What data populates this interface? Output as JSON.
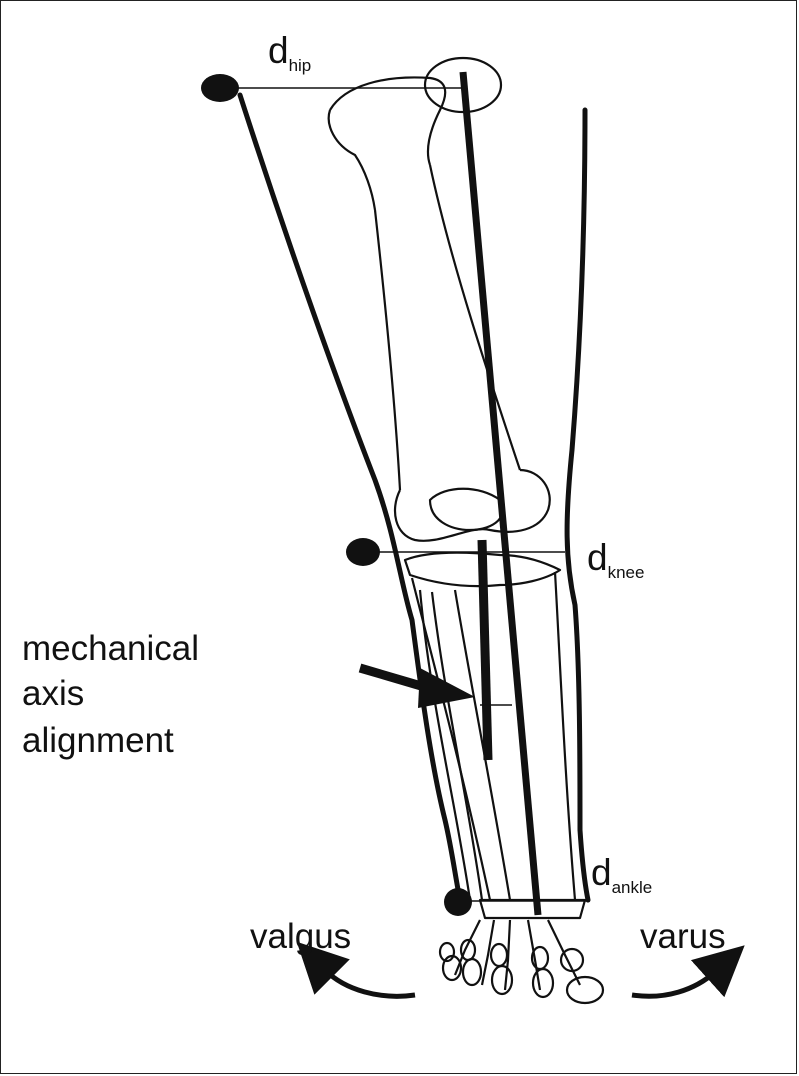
{
  "labels": {
    "d_hip": {
      "main": "d",
      "sub": "hip"
    },
    "d_knee": {
      "main": "d",
      "sub": "knee"
    },
    "d_ankle": {
      "main": "d",
      "sub": "ankle"
    },
    "mechanical_axis": [
      "mechanical",
      "axis",
      "alignment"
    ],
    "valgus": "valgus",
    "varus": "varus"
  },
  "colors": {
    "ink": "#111111",
    "background": "#ffffff"
  }
}
